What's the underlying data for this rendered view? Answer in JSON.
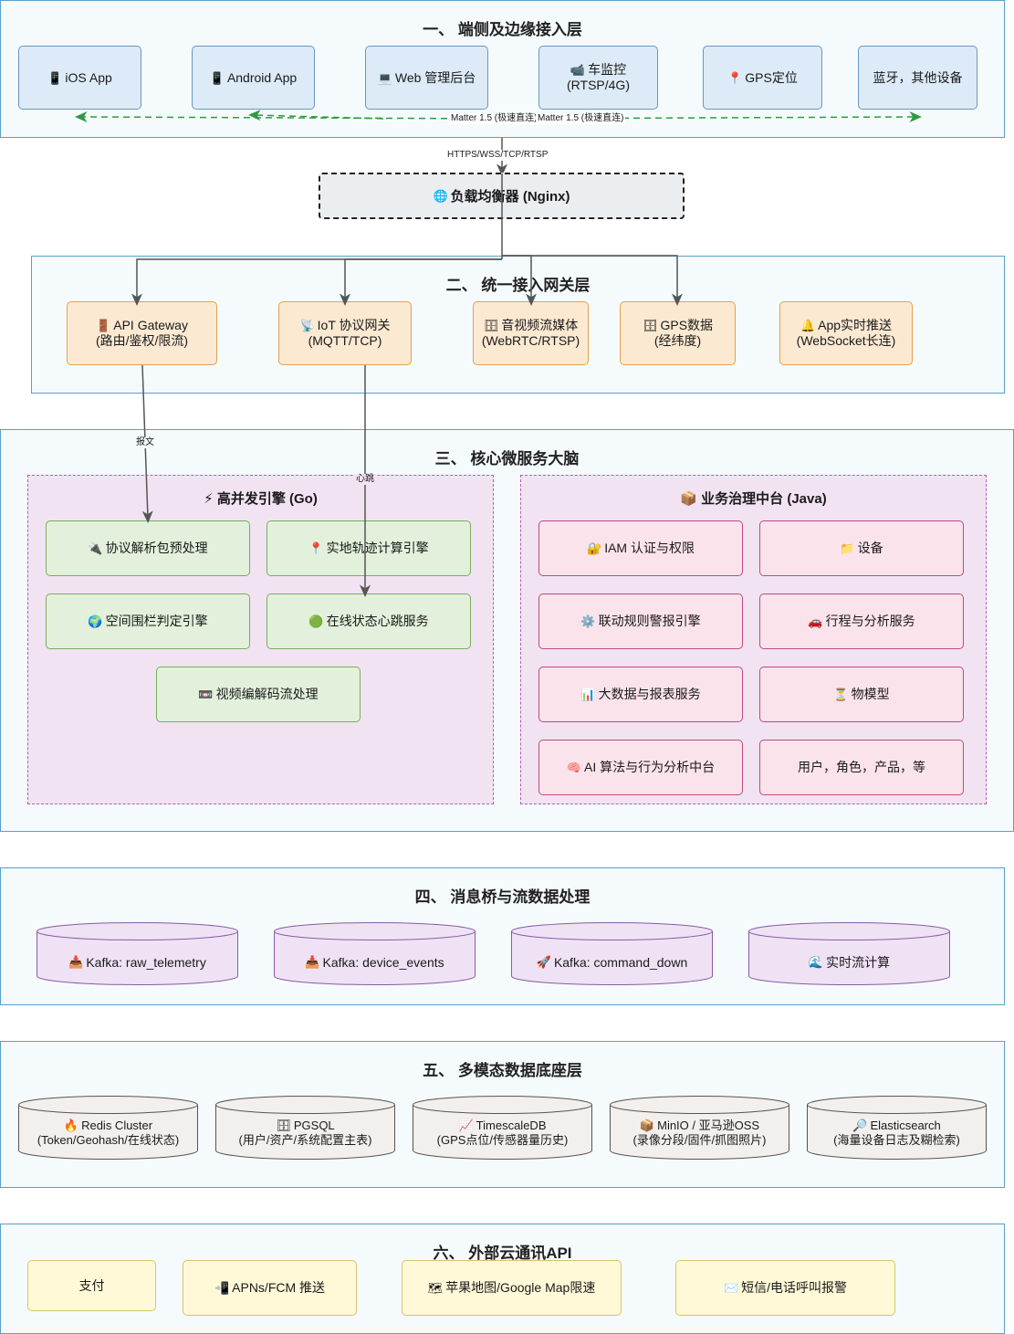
{
  "layers": {
    "l1": "一、 端侧及边缘接入层",
    "l2": "二、 统一接入网关层",
    "l3": "三、 核心微服务大脑",
    "l4": "四、 消息桥与流数据处理",
    "l5": "五、 多模态数据底座层",
    "l6": "六、 外部云通讯API"
  },
  "clients": [
    {
      "icon": "📱",
      "label": "iOS App"
    },
    {
      "icon": "📱",
      "label": "Android App"
    },
    {
      "icon": "💻",
      "label": "Web 管理后台"
    },
    {
      "icon": "📹",
      "label1": "车监控",
      "label2": "(RTSP/4G)"
    },
    {
      "icon": "📍",
      "label": "GPS定位"
    },
    {
      "label": "蓝牙，其他设备"
    }
  ],
  "edges": {
    "matter_a": "Matter 1.5 (极速直连)",
    "matter_b": "Matter 1.5 (极速直连)",
    "https": "HTTPS/WSS/TCP/RTSP",
    "baowen": "报文",
    "xintiao": "心跳"
  },
  "lb": {
    "icon": "🌐",
    "label": "负载均衡器 (Nginx)"
  },
  "gateways": [
    {
      "icon": "🚪",
      "label1": "API Gateway",
      "label2": "(路由/鉴权/限流)"
    },
    {
      "icon": "📡",
      "label1": "IoT 协议网关",
      "label2": "(MQTT/TCP)"
    },
    {
      "icon": "🗄",
      "label1": "音视频流媒体",
      "label2": "(WebRTC/RTSP)"
    },
    {
      "icon": "🗄",
      "label1": "GPS数据",
      "label2": "(经纬度)"
    },
    {
      "icon": "🔔",
      "label1": "App实时推送",
      "label2": "(WebSocket长连)"
    }
  ],
  "go_engine": {
    "title": "⚡ 高并发引擎 (Go)",
    "items": [
      {
        "icon": "🔌",
        "label": "协议解析包预处理"
      },
      {
        "icon": "📍",
        "label": "实地轨迹计算引擎"
      },
      {
        "icon": "🌍",
        "label": "空间围栏判定引擎"
      },
      {
        "icon": "🟢",
        "label": "在线状态心跳服务"
      },
      {
        "icon": "📼",
        "label": "视频编解码流处理"
      }
    ]
  },
  "biz_center": {
    "title": "📦 业务治理中台 (Java)",
    "items": [
      {
        "icon": "🔐",
        "label": "IAM 认证与权限"
      },
      {
        "icon": "📁",
        "label": "设备"
      },
      {
        "icon": "⚙️",
        "label": "联动规则警报引擎"
      },
      {
        "icon": "🚗",
        "label": "行程与分析服务"
      },
      {
        "icon": "📊",
        "label": "大数据与报表服务"
      },
      {
        "icon": "⏳",
        "label": "物模型"
      },
      {
        "icon": "🧠",
        "label": "AI 算法与行为分析中台"
      },
      {
        "label": "用户，角色，产品，等"
      }
    ]
  },
  "streams": [
    {
      "icon": "📥",
      "label": "Kafka: raw_telemetry"
    },
    {
      "icon": "📥",
      "label": "Kafka: device_events"
    },
    {
      "icon": "🚀",
      "label": "Kafka: command_down"
    },
    {
      "icon": "🌊",
      "label": "实时流计算"
    }
  ],
  "stores": [
    {
      "icon": "🔥",
      "label1": "Redis Cluster",
      "label2": "(Token/Geohash/在线状态)"
    },
    {
      "icon": "🗄",
      "label1": "PGSQL",
      "label2": "(用户/资产/系统配置主表)"
    },
    {
      "icon": "📈",
      "label1": "TimescaleDB",
      "label2": "(GPS点位/传感器量历史)"
    },
    {
      "icon": "📦",
      "label1": "MinIO / 亚马逊OSS",
      "label2": "(录像分段/固件/抓图照片)"
    },
    {
      "icon": "🔎",
      "label1": "Elasticsearch",
      "label2": "(海量设备日志及糊检索)"
    }
  ],
  "external": [
    {
      "label": "支付"
    },
    {
      "icon": "📲",
      "label": "APNs/FCM 推送"
    },
    {
      "icon": "🗺",
      "label": "苹果地图/Google Map限速"
    },
    {
      "icon": "✉️",
      "label": "短信/电话呼叫报警"
    }
  ],
  "colors": {
    "layer_border": "#5aa0c8",
    "client": "#dcebf7",
    "gateway": "#fce9d2",
    "go": "#e3f1dc",
    "biz": "#fbe3ec",
    "group": "#f2e3f3",
    "external": "#fff9d8",
    "cylinder_stream": "#efe2f5",
    "cylinder_store": "#f3efec",
    "matter_edge": "#2e9a3e"
  }
}
